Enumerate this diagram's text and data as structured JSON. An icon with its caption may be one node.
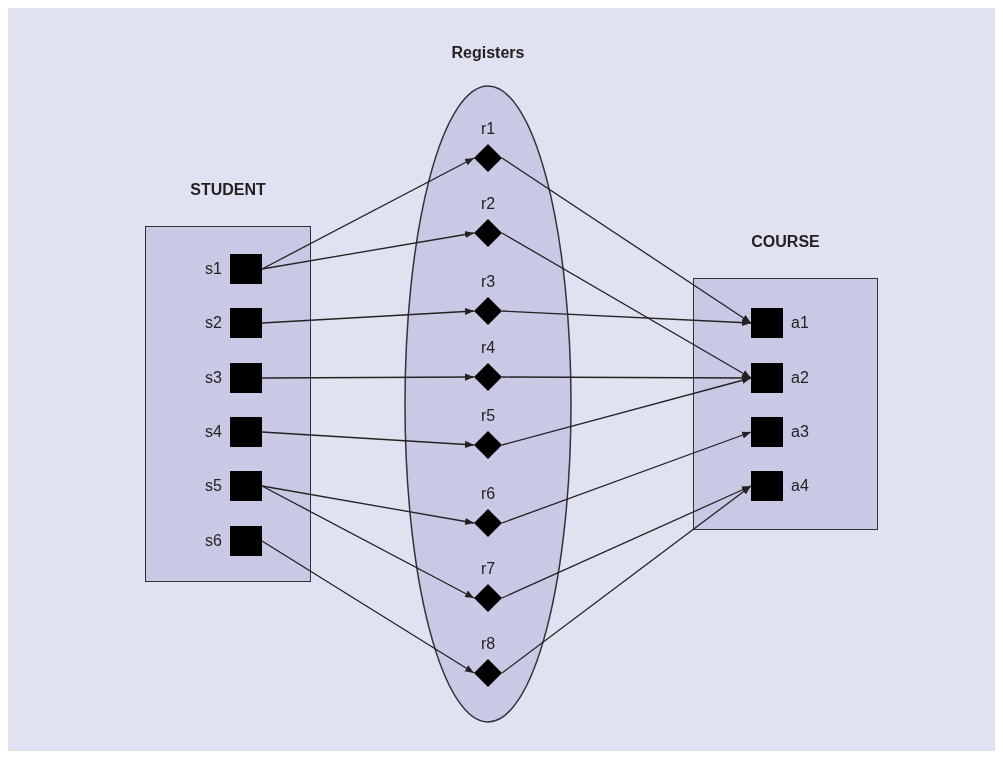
{
  "diagram": {
    "nodes": [
      {
        "text": [
          "STUDENT"
        ]
      },
      {
        "text": [
          "s1"
        ],
        "in": 0
      },
      {
        "text": [
          "s2"
        ],
        "in": 0
      },
      {
        "text": [
          "s3"
        ],
        "in": 0
      },
      {
        "text": [
          "s4"
        ],
        "in": 0
      },
      {
        "text": [
          "s5"
        ],
        "in": 0
      },
      {
        "text": [
          "s6"
        ],
        "in": 0
      },
      {
        "text": [
          "Registers"
        ]
      },
      {
        "text": [
          "r1"
        ],
        "in": 7
      },
      {
        "text": [
          "r2"
        ],
        "in": 7
      },
      {
        "text": [
          "r3"
        ],
        "in": 7
      },
      {
        "text": [
          "r4"
        ],
        "in": 7
      },
      {
        "text": [
          "r5"
        ],
        "in": 7
      },
      {
        "text": [
          "r6"
        ],
        "in": 7
      },
      {
        "text": [
          "r7"
        ],
        "in": 7
      },
      {
        "text": [
          "r8"
        ],
        "in": 7
      },
      {
        "text": [
          "COURSE"
        ]
      },
      {
        "text": [
          "a1"
        ],
        "in": 16
      },
      {
        "text": [
          "a2"
        ],
        "in": 16
      },
      {
        "text": [
          "a3"
        ],
        "in": 16
      },
      {
        "text": [
          "a4"
        ],
        "in": 16
      }
    ],
    "edges": [
      {
        "from": 1,
        "to": 8,
        "arrow": "to"
      },
      {
        "from": 1,
        "to": 9,
        "arrow": "to"
      },
      {
        "from": 2,
        "to": 10,
        "arrow": "to"
      },
      {
        "from": 3,
        "to": 11,
        "arrow": "to"
      },
      {
        "from": 4,
        "to": 12,
        "arrow": "to"
      },
      {
        "from": 5,
        "to": 13,
        "arrow": "to"
      },
      {
        "from": 5,
        "to": 14,
        "arrow": "to"
      },
      {
        "from": 6,
        "to": 15,
        "arrow": "to"
      },
      {
        "from": 8,
        "to": 17,
        "arrow": "to"
      },
      {
        "from": 9,
        "to": 18,
        "arrow": "to"
      },
      {
        "from": 10,
        "to": 17,
        "arrow": "to"
      },
      {
        "from": 11,
        "to": 18,
        "arrow": "to"
      },
      {
        "from": 12,
        "to": 18,
        "arrow": "to"
      },
      {
        "from": 13,
        "to": 19,
        "arrow": "to"
      },
      {
        "from": 14,
        "to": 20,
        "arrow": "to"
      },
      {
        "from": 15,
        "to": 20,
        "arrow": "to"
      }
    ]
  }
}
